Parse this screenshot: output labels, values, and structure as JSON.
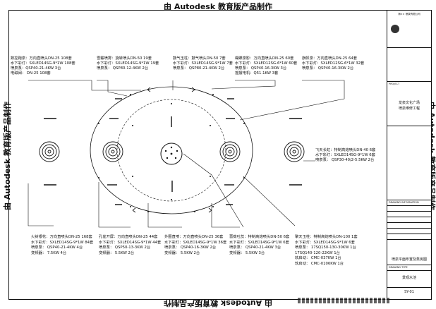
{
  "watermark": "由 Autodesk 教育版产品制作",
  "project": {
    "name_line1": "龙泉文化广场",
    "name_line2": "喷泉维修工程"
  },
  "titleblock": {
    "company": "海×× 喷泉有限公司",
    "drawing_desc": "喷泉平面布置及泵房图",
    "drawing_name": "景观水池",
    "sheet_no": "SY-01",
    "label_project": "PROJECT",
    "label_info": "DRAWING INFORMATION",
    "label_drawing": "DRAWING TYPE"
  },
  "equipment_top": [
    {
      "title": "数控跑泉：万向直喷头DN-25  108套",
      "lines": [
        "水下彩灯：SXLED14SG-9*1W  108套",
        "喷泉泵：QSP40-21-4KW    3台",
        "电磁阀：  DN-25        108套"
      ]
    },
    {
      "title": "雪霰喷雾：旋转喷头DN-50   19套",
      "lines": [
        "水下彩灯：SXLED14SG-9*1W   19套",
        "喷泉泵：  QSP80-12-4KW      2台"
      ]
    },
    {
      "title": "鼓气玉柱：鼓气喷头DN-50    7套",
      "lines": [
        "水下彩灯：SXLED14SG-9*1W   7套",
        "喷泉泵：  QSP80-21-4KW     2台"
      ]
    },
    {
      "title": "蝴蝶泉影：万向直喷头DN-25  60套",
      "lines": [
        "水下彩灯：SXLED12SG-6*1W  60套",
        "喷泉泵：  QSP40-16-3KW     3台",
        "摇摆电机：Q51.1KW          3套"
      ]
    },
    {
      "title": "旗帜泉：万向直喷头DN-25  64套",
      "lines": [
        "水下彩灯：SXLED12SG-6*1W  32套",
        "喷泉泵：  QSP40-16-3KW    2台"
      ]
    }
  ],
  "equipment_right": {
    "title": "飞天长虹：特制高炮喷头DN-40  6套",
    "lines": [
      "水下彩灯：SXLED14SG-9*1W      6套",
      "喷泉泵：  QSP30-40/2-5.5KW   2台"
    ]
  },
  "equipment_bottom": [
    {
      "title": "火树银花：万向直喷头DN-25  168套",
      "lines": [
        "水下彩灯：SXLED14SG-9*1W    84套",
        "喷泉泵：  QSP40-21-4KW      4台",
        "变频器：  7.5KW             4台"
      ]
    },
    {
      "title": "孔雀开屏：万向直喷头DN-25  44套",
      "lines": [
        "水下彩灯：SXLED14SG-9*1W   44套",
        "喷泉泵：  QSP50-13-3KW      2台",
        "变频器：  5.5KW             2台"
      ]
    },
    {
      "title": "外圈直喷：万向直喷头DN-25   36套",
      "lines": [
        "水下彩灯：SXLED14SG-9*1W  36套",
        "喷泉泵：  QSP40-16-3KW     2台",
        "变频器：  5.5KW            2台"
      ]
    },
    {
      "title": "蔷薇吐蕊：特制高炮喷头DN-50  6套",
      "lines": [
        "水下彩灯：SXLED14SG-9*1W   6套",
        "喷泉泵：  QSP40-21-4KW     3台",
        "变频器：  5.5KW            3台"
      ]
    },
    {
      "title": "擎天玉柱：特制高炮喷头DN-100 1套",
      "lines": [
        "水下彩灯：SXLED14SG-9*1W   6套",
        "喷泉泵：  17SQ150-130-30KW  1台",
        "          17SQ140-120-22KW  1台",
        "软启动：  CMC-037KW         1台",
        "软启动：  CMC-0106KW        1台"
      ]
    }
  ]
}
